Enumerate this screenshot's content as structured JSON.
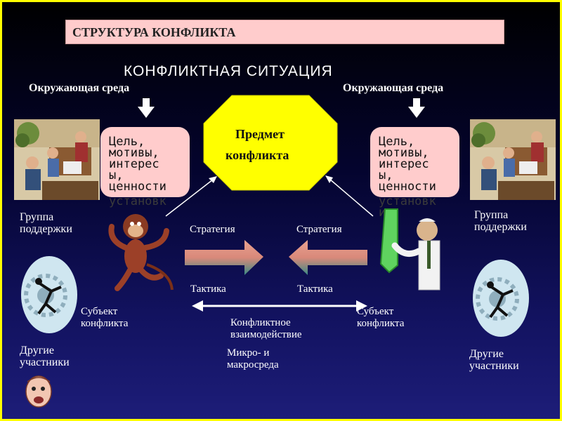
{
  "title": "СТРУКТУРА КОНФЛИКТА",
  "situation": "КОНФЛИКТНАЯ СИТУАЦИЯ",
  "env_left": "Окружающая среда",
  "env_right": "Окружающая среда",
  "subject": {
    "line1": "Предмет",
    "line2": "конфликта"
  },
  "goals_left": {
    "l1": "Цель,",
    "l2": "мотивы,",
    "l3": "интерес",
    "l4": "ы,",
    "l5": "ценности",
    "l6": "установк"
  },
  "goals_right": {
    "l1": "Цель,",
    "l2": "мотивы,",
    "l3": "интерес",
    "l4": "ы,",
    "l5": "ценности",
    "l6": "установк",
    "l7": "и"
  },
  "support_left": {
    "l1": "Группа",
    "l2": "поддержки"
  },
  "support_right": {
    "l1": "Группа",
    "l2": "поддержки"
  },
  "strategy_left": "Стратегия",
  "strategy_right": "Стратегия",
  "tactic_left": "Тактика",
  "tactic_right": "Тактика",
  "subj_left": {
    "l1": "Субъект",
    "l2": "конфликта"
  },
  "subj_right": {
    "l1": "Субъект",
    "l2": "конфликта"
  },
  "interaction": {
    "l1": "Конфликтное",
    "l2": "взаимодействие"
  },
  "milieu": {
    "l1": "Микро- и",
    "l2": "макросреда"
  },
  "others_left": {
    "l1": "Другие",
    "l2": "участники"
  },
  "others_right": {
    "l1": "Другие",
    "l2": "участники"
  },
  "colors": {
    "frame": "#ffff00",
    "octagon": "#ffff00",
    "boxes": "#ffcccc",
    "arrows_gradient": [
      "#d9897a",
      "#3a8a84"
    ]
  }
}
